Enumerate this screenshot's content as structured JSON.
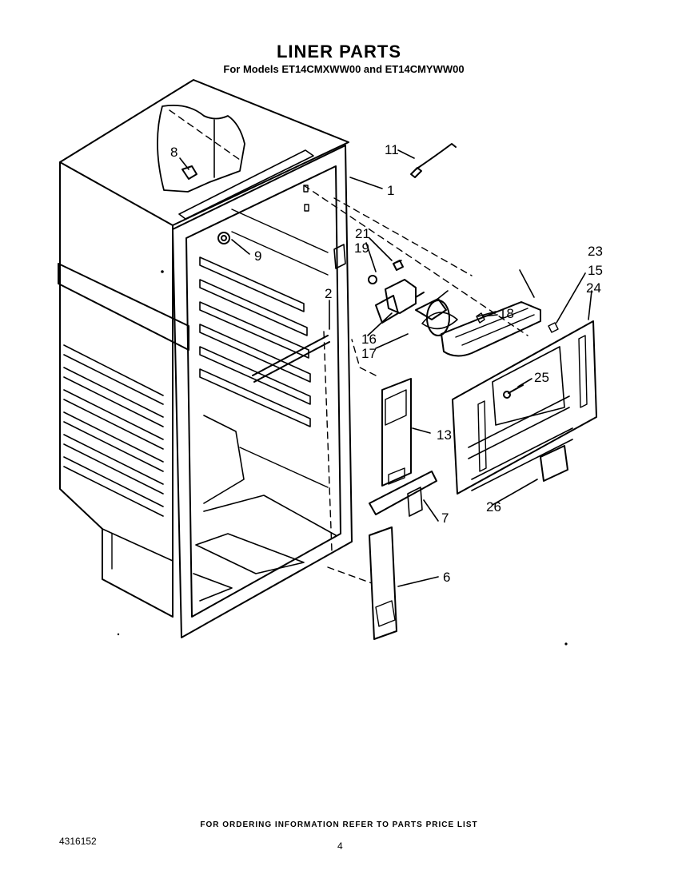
{
  "header": {
    "title": "LINER PARTS",
    "subtitle": "For Models ET14CMXWW00 and ET14CMYWW00"
  },
  "callouts": {
    "p1": "1",
    "p2": "2",
    "p6": "6",
    "p7": "7",
    "p8": "8",
    "p9": "9",
    "p11": "11",
    "p13": "13",
    "p15": "15",
    "p16": "16",
    "p17": "17",
    "p18": "18",
    "p19": "19",
    "p21": "21",
    "p23": "23",
    "p24": "24",
    "p25": "25",
    "p26": "26"
  },
  "footer": {
    "ordering_note": "FOR ORDERING INFORMATION REFER TO PARTS PRICE LIST",
    "doc_number": "4316152",
    "page_number": "4"
  }
}
